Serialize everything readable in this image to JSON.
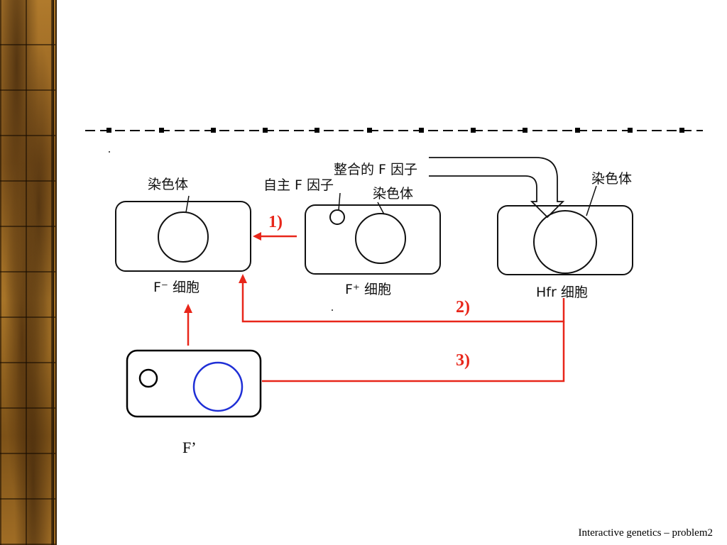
{
  "labels": {
    "chromosome": "染色体",
    "autonomous_f": "自主 F 因子",
    "integrated_f": "整合的 F 因子",
    "f_minus_cell": "F⁻ 细胞",
    "f_plus_cell": "F⁺ 细胞",
    "hfr_cell": "Hfr 细胞",
    "f_prime": "F’"
  },
  "steps": [
    "1)",
    "2)",
    "3)"
  ],
  "footer": "Interactive genetics – problem2",
  "colors": {
    "arrow": "#e8261a",
    "f_prime_chromosome": "#1f2fd6",
    "outline": "#111111"
  }
}
